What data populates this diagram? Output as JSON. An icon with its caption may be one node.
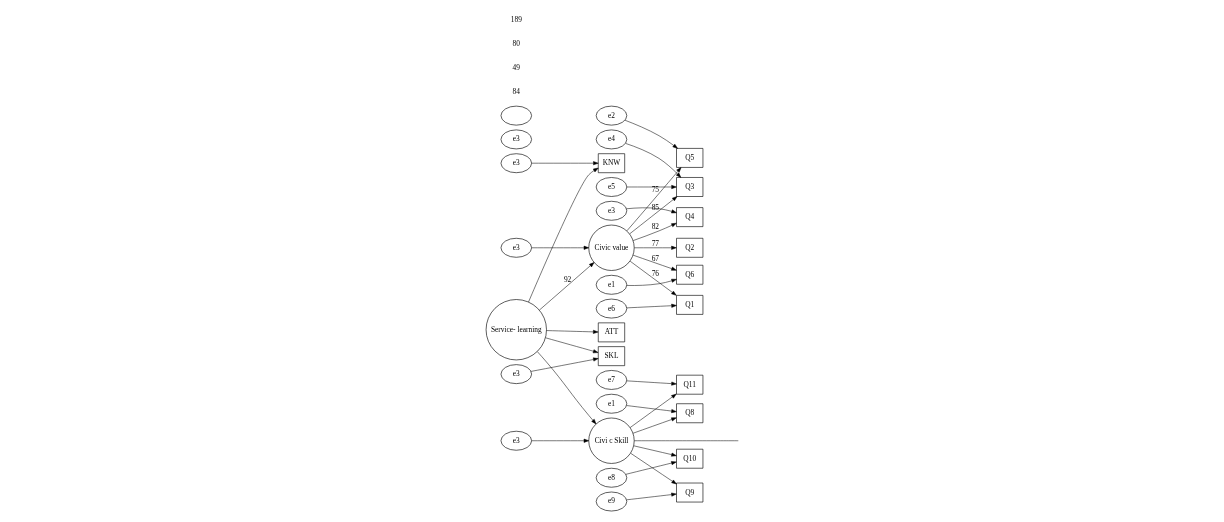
{
  "diagram": {
    "nodes": [
      {
        "text": [
          "e3"
        ]
      },
      {
        "text": [
          "Civic value"
        ]
      },
      {
        "text": [
          "Q6"
        ]
      },
      {
        "text": [
          "Q5"
        ]
      },
      {
        "text": [
          "Q4"
        ]
      },
      {
        "text": [
          "Q3"
        ]
      },
      {
        "text": [
          "Q2"
        ]
      },
      {
        "text": [
          "Q1"
        ]
      },
      {
        "text": [
          "e1"
        ]
      },
      {
        "text": [
          "e2"
        ]
      },
      {
        "text": [
          "e3"
        ]
      },
      {
        "text": [
          "e4"
        ]
      },
      {
        "text": [
          "e5"
        ]
      },
      {
        "text": [
          "e6"
        ]
      },
      {
        "text": [
          "e3"
        ]
      },
      {
        "text": [
          "KNW"
        ]
      },
      {
        "text": [
          "SKL"
        ]
      },
      {
        "text": [
          "ATT"
        ]
      },
      {
        "text": [
          "e3"
        ]
      },
      {
        "text": [
          "Service- learning"
        ]
      },
      {
        "text": [
          "e3"
        ]
      },
      {
        "text": [
          "Civi c Skill"
        ]
      },
      {
        "text": [
          "Q11"
        ]
      },
      {
        "text": [
          "Q10"
        ]
      },
      {
        "text": [
          "Q9"
        ]
      },
      {
        "text": [
          "Q8"
        ]
      },
      {
        "text": [
          "e7"
        ]
      },
      {
        "text": [
          "e8"
        ]
      },
      {
        "text": [
          "e9"
        ]
      },
      {
        "text": [
          "e1"
        ]
      },
      {
        "text": [
          "e3"
        ]
      },
      {
        "text": [],
        "shape": "ellipse"
      }
    ],
    "edges": [
      {
        "from": 0,
        "to": 1,
        "arrow": "to"
      },
      {
        "from": 1,
        "to": 2,
        "arrow": "to",
        "label": "67"
      },
      {
        "from": 1,
        "to": 3,
        "arrow": "to",
        "label": "75"
      },
      {
        "from": 1,
        "to": 4,
        "arrow": "to",
        "label": "82"
      },
      {
        "from": 1,
        "to": 5,
        "arrow": "to",
        "label": "85"
      },
      {
        "from": 1,
        "to": 6,
        "arrow": "to",
        "label": "77"
      },
      {
        "from": 1,
        "to": 7,
        "arrow": "to",
        "label": "76"
      },
      {
        "from": 8,
        "to": 2,
        "arrow": "to"
      },
      {
        "from": 9,
        "to": 3,
        "arrow": "to"
      },
      {
        "from": 10,
        "to": 4,
        "arrow": "to"
      },
      {
        "from": 11,
        "to": 5,
        "arrow": "to"
      },
      {
        "from": 12,
        "to": 5,
        "arrow": "to"
      },
      {
        "from": 13,
        "to": 7,
        "arrow": "to"
      },
      {
        "from": 14,
        "to": 15,
        "arrow": "to"
      },
      {
        "from": 18,
        "to": 16,
        "arrow": "to"
      },
      {
        "from": 19,
        "to": 15,
        "arrow": "to"
      },
      {
        "from": 19,
        "to": 16,
        "arrow": "to"
      },
      {
        "from": 19,
        "to": 17,
        "arrow": "to"
      },
      {
        "from": 19,
        "to": 1,
        "arrow": "to",
        "label": "92"
      },
      {
        "from": 19,
        "to": 21,
        "arrow": "to"
      },
      {
        "from": 20,
        "to": 21,
        "arrow": "to"
      },
      {
        "from": 21,
        "to": 22,
        "arrow": "to"
      },
      {
        "from": 21,
        "to": 23,
        "arrow": "to"
      },
      {
        "from": 21,
        "to": 24,
        "arrow": "to"
      },
      {
        "from": 21,
        "to": 25,
        "arrow": "to"
      },
      {
        "from": 21,
        "to": null,
        "arrow": "none"
      },
      {
        "from": 26,
        "to": 22,
        "arrow": "to"
      },
      {
        "from": 27,
        "to": 23,
        "arrow": "to"
      },
      {
        "from": 28,
        "to": 24,
        "arrow": "to"
      },
      {
        "from": 29,
        "to": 25,
        "arrow": "to"
      }
    ],
    "labels": [
      "84",
      "49",
      "80",
      "189"
    ]
  }
}
